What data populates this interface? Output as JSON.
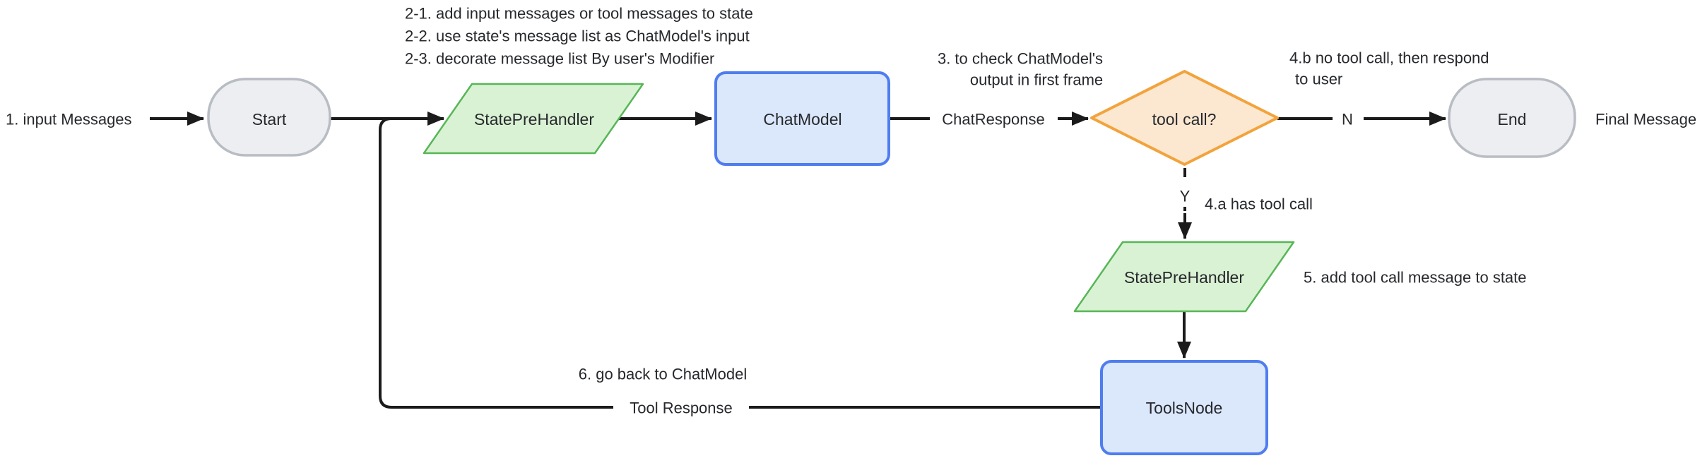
{
  "nodes": [
    {
      "id": "start",
      "label": "Start",
      "shape": "stadium"
    },
    {
      "id": "state-pre-handler-1",
      "label": "StatePreHandler",
      "shape": "parallelogram"
    },
    {
      "id": "chat-model",
      "label": "ChatModel",
      "shape": "rounded-rect"
    },
    {
      "id": "tool-call-decision",
      "label": "tool call?",
      "shape": "diamond"
    },
    {
      "id": "end",
      "label": "End",
      "shape": "stadium"
    },
    {
      "id": "state-pre-handler-2",
      "label": "StatePreHandler",
      "shape": "parallelogram"
    },
    {
      "id": "tools-node",
      "label": "ToolsNode",
      "shape": "rounded-rect"
    }
  ],
  "edge_labels": {
    "chat_response": "ChatResponse",
    "no": "N",
    "yes": "Y",
    "tool_response": "Tool Response"
  },
  "annotations": {
    "step1": "1. input Messages",
    "step2_line1": "2-1. add input messages or tool messages to state",
    "step2_line2": "2-2. use state's message list as ChatModel's input",
    "step2_line3": "2-3. decorate message list By user's Modifier",
    "step3_line1": "3. to check ChatModel's",
    "step3_line2": "output in first frame",
    "step4b_line1": "4.b no tool call, then respond",
    "step4b_line2": "to user",
    "step4a": "4.a has tool call",
    "step5": "5. add tool call message to state",
    "step6": "6. go back to ChatModel",
    "final_message": "Final Message"
  },
  "colors": {
    "edge": "#1b1b1b",
    "text": "#26282c",
    "stadium_fill": "#edeef1",
    "stadium_stroke": "#b8bcc3",
    "parallelogram_fill": "#daf2d4",
    "parallelogram_stroke": "#57b657",
    "rect_fill": "#dbe7fb",
    "rect_stroke": "#4f7df0",
    "diamond_fill": "#fce8d1",
    "diamond_stroke": "#f2a33c"
  }
}
